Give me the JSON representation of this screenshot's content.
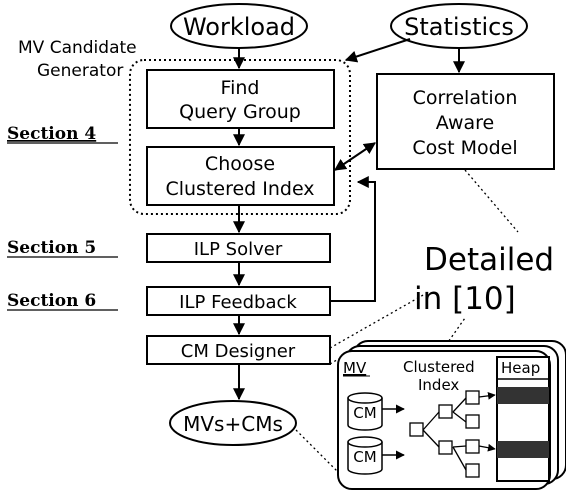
{
  "nodes": {
    "workload": "Workload",
    "statistics": "Statistics",
    "generator": {
      "line1": "MV Candidate",
      "line2": "Generator"
    },
    "find_query_group": {
      "line1": "Find",
      "line2": "Query Group"
    },
    "choose_index": {
      "line1": "Choose",
      "line2": "Clustered Index"
    },
    "cost_model": {
      "line1": "Correlation",
      "line2": "Aware",
      "line3": "Cost Model"
    },
    "ilp_solver": "ILP Solver",
    "ilp_feedback": "ILP Feedback",
    "cm_designer": "CM Designer",
    "output": "MVs+CMs"
  },
  "sections": {
    "s4": "Section 4",
    "s5": "Section 5",
    "s6": "Section 6"
  },
  "detailed": {
    "line1": "Detailed",
    "line2": "in [10]"
  },
  "inset": {
    "mv": "MV",
    "clustered_line1": "Clustered",
    "clustered_line2": "Index",
    "heap": "Heap",
    "cm1": "CM",
    "cm2": "CM"
  }
}
